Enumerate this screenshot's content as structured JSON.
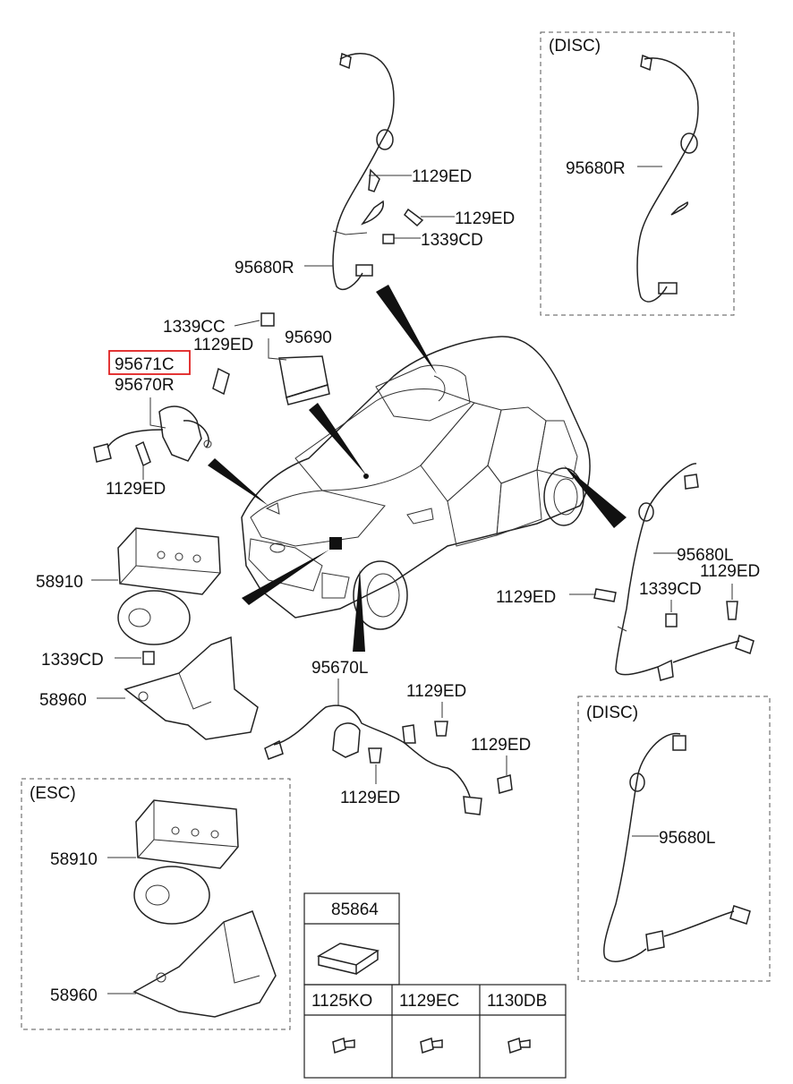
{
  "groups": {
    "disc_top": "(DISC)",
    "disc_bottom": "(DISC)",
    "esc": "(ESC)"
  },
  "labels": {
    "p_1129ED_a": "1129ED",
    "p_1129ED_b": "1129ED",
    "p_1339CD_a": "1339CD",
    "p_95680R_main": "95680R",
    "p_95680R_disc": "95680R",
    "p_1339CC": "1339CC",
    "p_95690": "95690",
    "p_95671C": "95671C",
    "p_1129ED_c": "1129ED",
    "p_95670R": "95670R",
    "p_1129ED_d": "1129ED",
    "p_58910_main": "58910",
    "p_1339CD_b": "1339CD",
    "p_58960_main": "58960",
    "p_95680L_main": "95680L",
    "p_1129ED_e": "1129ED",
    "p_1129ED_f": "1129ED",
    "p_1339CD_c": "1339CD",
    "p_95670L": "95670L",
    "p_1129ED_g": "1129ED",
    "p_1129ED_h": "1129ED",
    "p_1129ED_i": "1129ED",
    "p_58910_esc": "58910",
    "p_58960_esc": "58960",
    "p_95680L_disc": "95680L"
  },
  "parts_table": {
    "header": "85864",
    "columns": [
      "1125KO",
      "1129EC",
      "1130DB"
    ]
  },
  "highlight_color": "#e02020"
}
